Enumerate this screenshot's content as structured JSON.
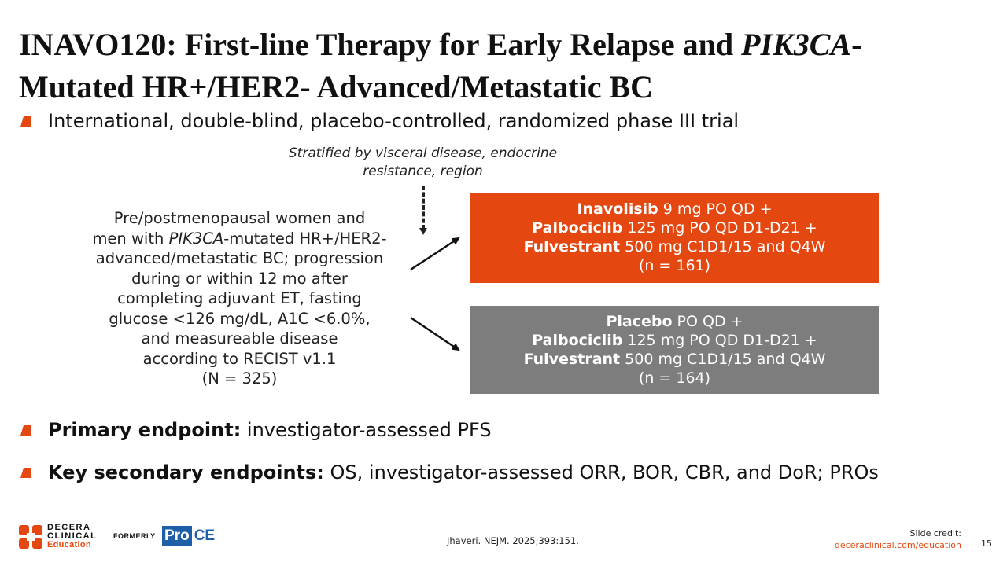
{
  "title": {
    "part1": "INAVO120: First-line Therapy for Early Relapse and ",
    "italic": "PIK3CA",
    "part2": "-",
    "line2": "Mutated HR+/HER2- Advanced/Metastatic BC"
  },
  "bullet1": "International, double-blind, placebo-controlled, randomized phase III trial",
  "stratification": {
    "line1": "Stratified by visceral disease, endocrine",
    "line2": "resistance, region"
  },
  "population": {
    "l1": "Pre/postmenopausal women and",
    "l2_pre": "men with ",
    "l2_italic": "PIK3CA",
    "l2_post": "-mutated HR+/HER2-",
    "l3": "advanced/metastatic BC; progression",
    "l4": "during or within 12 mo after",
    "l5": "completing adjuvant ET, fasting",
    "l6": "glucose <126 mg/dL, A1C <6.0%,",
    "l7": "and measureable disease",
    "l8": "according to RECIST v1.1",
    "l9": "(N = 325)"
  },
  "arms": [
    {
      "drug1": "Inavolisib",
      "dose1": " 9 mg PO QD +",
      "drug2": "Palbociclib",
      "dose2": " 125 mg PO QD D1-D21 +",
      "drug3": "Fulvestrant",
      "dose3": " 500 mg C1D1/15 and Q4W",
      "n": "(n = 161)",
      "color": "#e4470f"
    },
    {
      "drug1": "Placebo",
      "dose1": " PO QD +",
      "drug2": "Palbociclib",
      "dose2": " 125 mg PO QD D1-D21 +",
      "drug3": "Fulvestrant",
      "dose3": " 500 mg C1D1/15 and Q4W",
      "n": "(n = 164)",
      "color": "#7d7d7d"
    }
  ],
  "bullet2": {
    "label": "Primary endpoint:",
    "text": " investigator-assessed PFS"
  },
  "bullet3": {
    "label": "Key secondary endpoints:",
    "text": " OS, investigator-assessed ORR, BOR, CBR, and DoR; PROs"
  },
  "footer": {
    "logo_line1": "DECERA",
    "logo_line2": "CLINICAL",
    "logo_line3": "Education",
    "formerly": "FORMERLY",
    "proce_pro": "Pro",
    "proce_ce": "CE",
    "citation": "Jhaveri. NEJM. 2025;393:151.",
    "credit_label": "Slide credit:",
    "credit_url": "deceraclinical.com/education",
    "page": "15"
  },
  "accent_color": "#e4470f",
  "gray_color": "#7d7d7d"
}
